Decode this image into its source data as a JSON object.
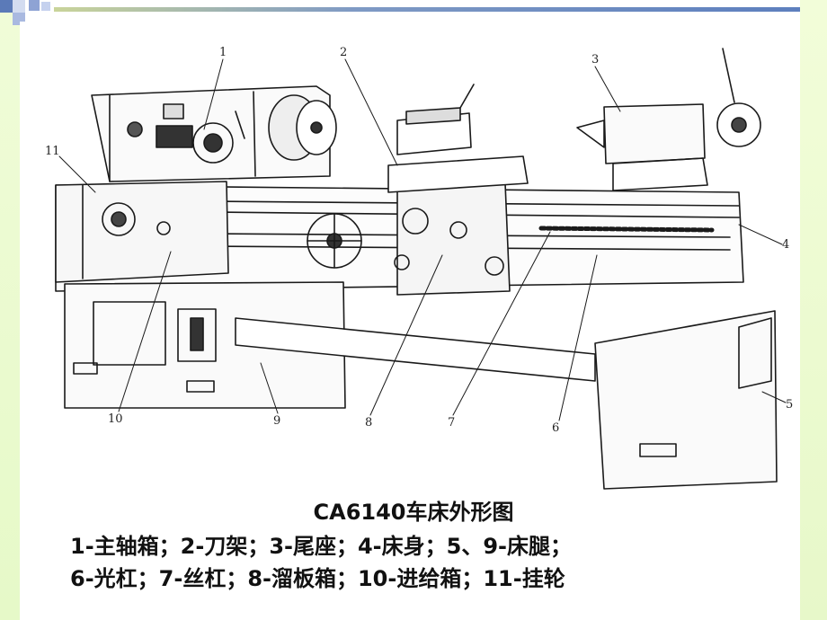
{
  "figure": {
    "title": "CA6140车床外形图",
    "legend_line_1": "1-主轴箱；2-刀架；3-尾座；4-床身；5、9-床腿；",
    "legend_line_2": "6-光杠；7-丝杠；8-溜板箱；10-进给箱；11-挂轮",
    "callouts": [
      "1",
      "2",
      "3",
      "4",
      "5",
      "6",
      "7",
      "8",
      "9",
      "10",
      "11"
    ]
  },
  "colors": {
    "background": "#ffffff",
    "side_stripe": "#e8f9cb",
    "line": "#1a1a1a",
    "text": "#111111"
  }
}
